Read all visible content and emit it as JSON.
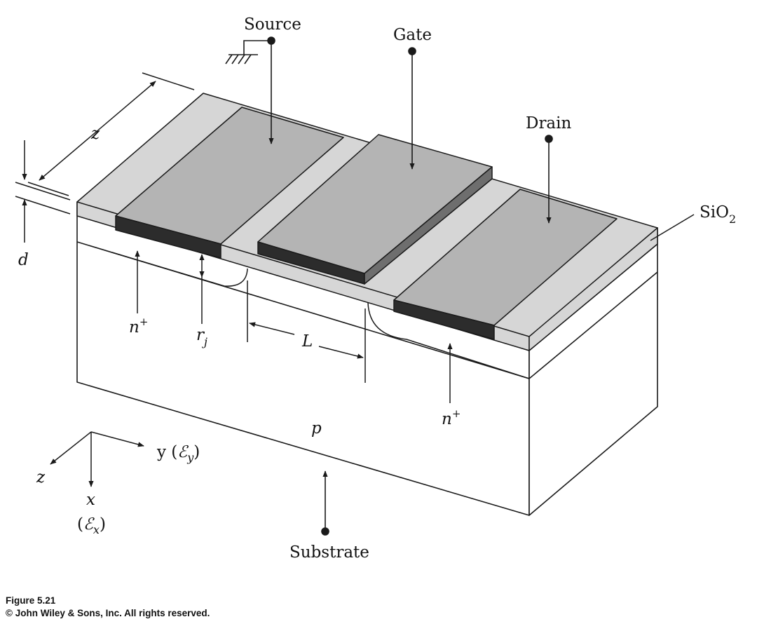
{
  "labels": {
    "source": "Source",
    "gate": "Gate",
    "drain": "Drain",
    "oxide_main": "SiO",
    "oxide_sub": "2",
    "substrate": "Substrate",
    "width": "z",
    "oxide_thickness": "d",
    "doping_left_main": "n",
    "doping_left_sup": "+",
    "doping_right_main": "n",
    "doping_right_sup": "+",
    "junction_main": "r",
    "junction_sub": "j",
    "channel_length": "L",
    "substrate_type": "p"
  },
  "axes": {
    "y_label": "y (",
    "y_field": "ℰ",
    "y_field_sub": "y",
    "y_close": ")",
    "z_label": "z",
    "x_label": "x",
    "x_open": "(",
    "x_field": "ℰ",
    "x_field_sub": "x",
    "x_close": ")"
  },
  "caption": {
    "figure": "Figure 5.21",
    "copyright": "© John Wiley & Sons, Inc. All rights reserved."
  },
  "colors": {
    "oxide": "#d6d6d6",
    "metal": "#b4b4b4",
    "metal_edge": "#333333",
    "body": "#ffffff",
    "line": "#1a1a1a"
  }
}
